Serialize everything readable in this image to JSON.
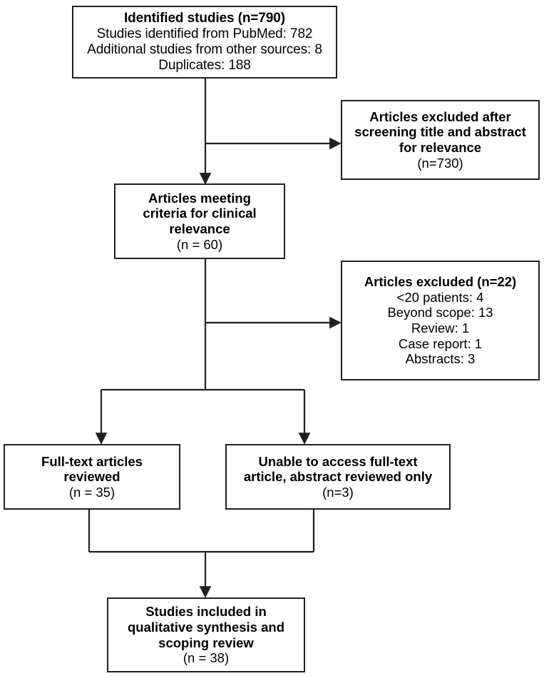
{
  "diagram": {
    "type": "flowchart",
    "title": "PRISMA study selection flow diagram",
    "line_color": "#231f20",
    "box_border_color": "#231f20",
    "background_color": "#ffffff"
  },
  "nodes": {
    "identified_studies": {
      "name": "Identified studies",
      "lines": [
        {
          "text": "Identified studies (n=790)",
          "bold": true
        },
        {
          "text": "Studies identified from PubMed: 782",
          "bold": false
        },
        {
          "text": "Additional studies from other sources: 8",
          "bold": false
        },
        {
          "text": "Duplicates: 188",
          "bold": false
        }
      ],
      "count": 790,
      "pubmed": 782,
      "other_sources": 8,
      "duplicates": 188
    },
    "excluded_screening": {
      "name": "Articles excluded after screening",
      "lines": [
        {
          "text": "Articles excluded after",
          "bold": true
        },
        {
          "text": "screening title and abstract",
          "bold": true
        },
        {
          "text": "for relevance",
          "bold": true
        },
        {
          "text": "(n=730)",
          "bold": false
        }
      ],
      "count": 730
    },
    "articles_meeting_criteria": {
      "name": "Articles meeting criteria for clinical relevance",
      "lines": [
        {
          "text": "Articles meeting",
          "bold": true
        },
        {
          "text": "criteria for clinical",
          "bold": true
        },
        {
          "text": "relevance",
          "bold": true
        },
        {
          "text": "(n = 60)",
          "bold": false
        }
      ],
      "count": 60
    },
    "excluded_detail": {
      "name": "Articles excluded with reasons",
      "lines": [
        {
          "text": "Articles excluded (n=22)",
          "bold": true
        },
        {
          "text": "<20 patients: 4",
          "bold": false
        },
        {
          "text": "Beyond scope: 13",
          "bold": false
        },
        {
          "text": "Review: 1",
          "bold": false
        },
        {
          "text": "Case report: 1",
          "bold": false
        },
        {
          "text": "Abstracts: 3",
          "bold": false
        }
      ],
      "count": 22,
      "reasons": [
        {
          "label": "<20 patients",
          "value": 4
        },
        {
          "label": "Beyond scope",
          "value": 13
        },
        {
          "label": "Review",
          "value": 1
        },
        {
          "label": "Case report",
          "value": 1
        },
        {
          "label": "Abstracts",
          "value": 3
        }
      ]
    },
    "fulltext_reviewed": {
      "name": "Full-text articles reviewed",
      "lines": [
        {
          "text": "Full-text articles",
          "bold": true
        },
        {
          "text": "reviewed",
          "bold": true
        },
        {
          "text": "(n = 35)",
          "bold": false
        }
      ],
      "count": 35
    },
    "abstract_only": {
      "name": "Unable to access full-text article",
      "lines": [
        {
          "text": "Unable to access full-text",
          "bold": true
        },
        {
          "text": "article, abstract reviewed only",
          "bold": true
        },
        {
          "text": "(n=3)",
          "bold": false
        }
      ],
      "count": 3
    },
    "studies_included": {
      "name": "Studies included in qualitative synthesis and scoping review",
      "lines": [
        {
          "text": "Studies included in",
          "bold": true
        },
        {
          "text": "qualitative synthesis and",
          "bold": true
        },
        {
          "text": "scoping review",
          "bold": true
        },
        {
          "text": "(n = 38)",
          "bold": false
        }
      ],
      "count": 38
    }
  },
  "connectors": [
    {
      "name": "identified-to-criteria",
      "from": "identified_studies",
      "to": "articles_meeting_criteria",
      "arrow": true
    },
    {
      "name": "identified-to-excluded-screening",
      "from": "identified_studies",
      "to": "excluded_screening",
      "arrow": true
    },
    {
      "name": "criteria-to-excluded-detail",
      "from": "articles_meeting_criteria",
      "to": "excluded_detail",
      "arrow": true
    },
    {
      "name": "criteria-to-fulltext",
      "from": "articles_meeting_criteria",
      "to": "fulltext_reviewed",
      "arrow": true
    },
    {
      "name": "criteria-to-abstract-only",
      "from": "articles_meeting_criteria",
      "to": "abstract_only",
      "arrow": true
    },
    {
      "name": "merge-to-included",
      "from": "fulltext_reviewed,abstract_only",
      "to": "studies_included",
      "arrow": true
    }
  ]
}
